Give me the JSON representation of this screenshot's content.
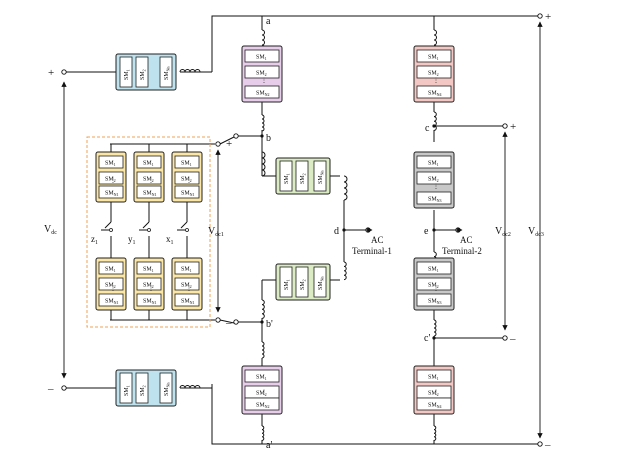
{
  "colors": {
    "cyan": "#bfe3ee",
    "purple": "#e8cdea",
    "pink": "#f3c8c4",
    "green": "#dbebc4",
    "gray": "#c8c8c8",
    "yellow": "#fbe6a6",
    "dashed_orange": "#f0a15a",
    "red": "#d21e1e",
    "blue": "#2b6fb8",
    "yellow_text": "#b08a00"
  },
  "terminals": {
    "a": "a",
    "a_prime": "a'",
    "b": "b",
    "b_prime": "b'",
    "c": "c",
    "c_prime": "c'",
    "d": "d",
    "e": "e",
    "plus": "+",
    "minus": "–"
  },
  "voltages": {
    "vdc": "V",
    "vdc_sub": "dc",
    "vdc1": "V",
    "vdc1_sub": "dc1",
    "vdc2": "V",
    "vdc2_sub": "dc2",
    "vdc3": "V",
    "vdc3_sub": "dc3"
  },
  "ac": {
    "ac1": "AC",
    "terminal1": "Terminal-1",
    "ac2": "AC",
    "terminal2": "Terminal-2"
  },
  "switches": {
    "z": "z",
    "y": "y",
    "x": "x",
    "sub": "1"
  },
  "sm": {
    "prefix": "SM",
    "sub1": "1",
    "sub2": "2",
    "sub_n2": "N2",
    "sub_n4": "N4",
    "sub_nn": "Nn",
    "sub_n1": "N1",
    "sub_n3": "N3",
    "vdots": "⋮"
  }
}
